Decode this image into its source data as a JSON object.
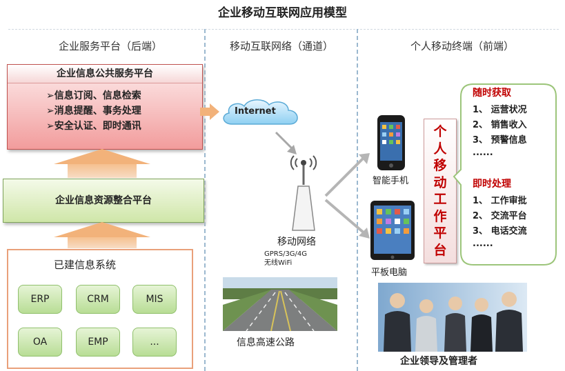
{
  "title": "企业移动互联网应用模型",
  "columns": {
    "backend": "企业服务平台（后端）",
    "channel": "移动互联网络（通道）",
    "frontend": "个人移动终端（前端）"
  },
  "public_platform": {
    "title": "企业信息公共服务平台",
    "items": [
      "➢信息订阅、信息检索",
      "➢消息提醒、事务处理",
      "➢安全认证、即时通讯"
    ]
  },
  "resource_platform": "企业信息资源整合平台",
  "existing_systems": {
    "title": "已建信息系统",
    "items": [
      "ERP",
      "CRM",
      "MIS",
      "OA",
      "EMP",
      "..."
    ]
  },
  "network": {
    "internet": "Internet",
    "mobile_network": "移动网络",
    "protocols": "GPRS/3G/4G",
    "wifi": "无线WiFi",
    "highway": "信息高速公路"
  },
  "terminals": {
    "phone": "智能手机",
    "tablet": "平板电脑",
    "platform_chars": [
      "个",
      "人",
      "移",
      "动",
      "工",
      "作",
      "平",
      "台"
    ]
  },
  "callout": {
    "section1_title": "随时获取",
    "section1_items": [
      "1、 运营状况",
      "2、 销售收入",
      "3、 预警信息",
      "......"
    ],
    "section2_title": "即时处理",
    "section2_items": [
      "1、 工作审批",
      "2、 交流平台",
      "3、 电话交流",
      "......"
    ]
  },
  "people_label": "企业领导及管理者"
}
